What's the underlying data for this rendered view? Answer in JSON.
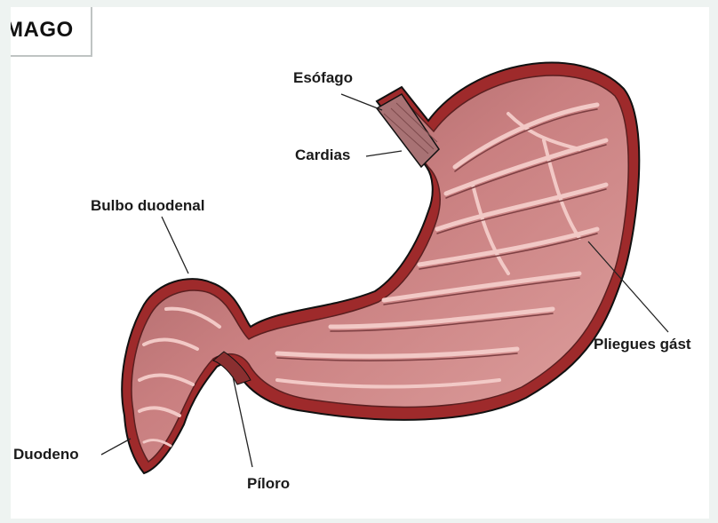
{
  "title": "MAGO",
  "labels": {
    "esofago": "Esófago",
    "cardias": "Cardias",
    "bulbo": "Bulbo duodenal",
    "pliegues": "Pliegues gást",
    "duodeno": "Duodeno",
    "piloro": "Píloro"
  },
  "colors": {
    "outer_wall": "#9e2a2b",
    "inner_mucosa": "#d48e8e",
    "fold_highlight": "#f2c9c6",
    "fold_shadow": "#7d3f42",
    "background": "#ffffff"
  }
}
